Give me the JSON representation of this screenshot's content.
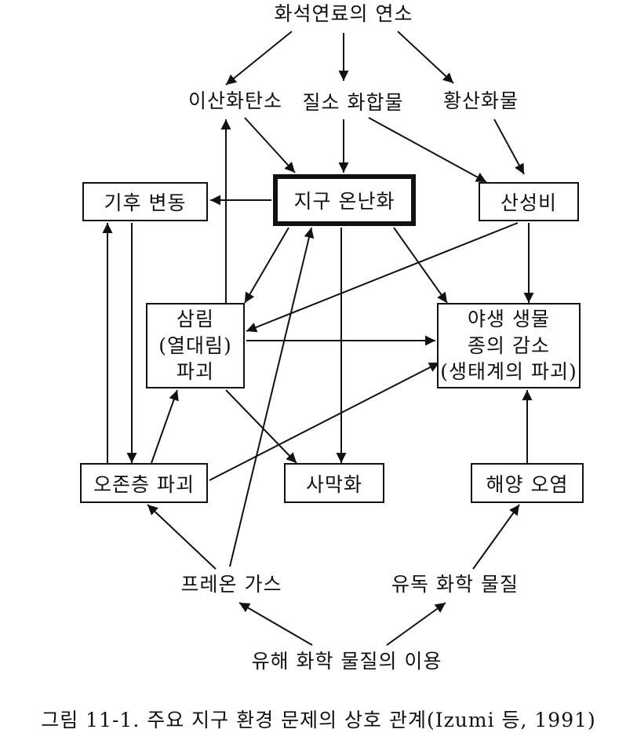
{
  "nodes": {
    "fossil_fuel": "화석연료의 연소",
    "co2": "이산화탄소",
    "nitrogen": "질소 화합물",
    "sulfur": "황산화물",
    "climate": "기후 변동",
    "warming": "지구 온난화",
    "acid_rain": "산성비",
    "forest": [
      "삼림",
      "(열대림)",
      "파괴"
    ],
    "wildlife": [
      "야생 생물",
      "종의 감소",
      "(생태계의 파괴)"
    ],
    "ozone": "오존층 파괴",
    "desert": "사막화",
    "ocean": "해양 오염",
    "freon": "프레온 가스",
    "toxic": "유독 화학 물질",
    "harmful_use": "유해 화학 물질의 이용"
  },
  "caption": "그림 11-1. 주요 지구 환경 문제의 상호 관계(Izumi 등, 1991)",
  "colors": {
    "ink": "#111111",
    "background": "#ffffff"
  }
}
